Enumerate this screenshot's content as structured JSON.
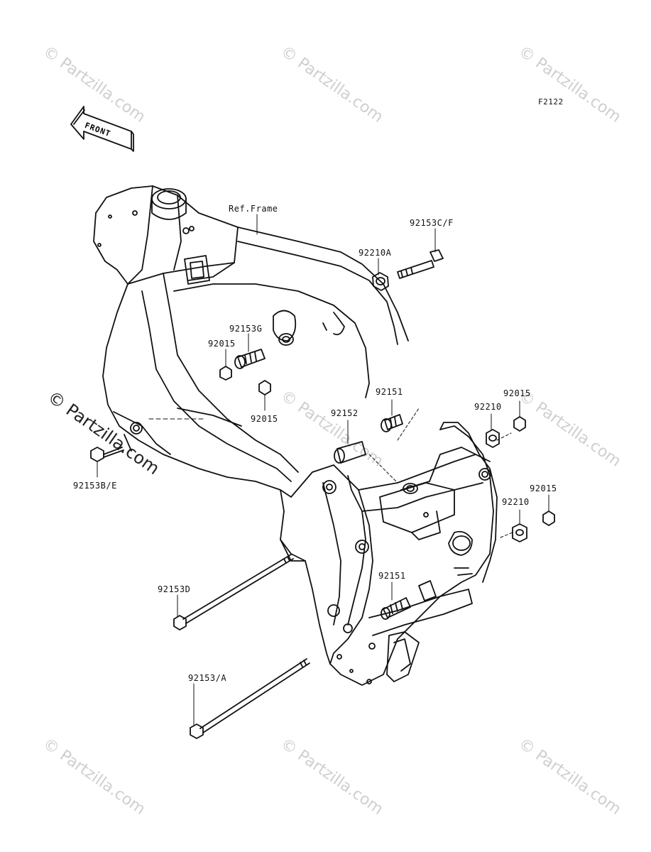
{
  "figure_code": "F2122",
  "front_label": "FRONT",
  "watermark": "© Partzilla.com",
  "labels": {
    "ref_frame": "Ref.Frame",
    "p92153cf": "92153C/F",
    "p92210a": "92210A",
    "p92153g": "92153G",
    "p92015_a": "92015",
    "p92015_b": "92015",
    "p92151_top": "92151",
    "p92152": "92152",
    "p92015_c": "92015",
    "p92210_top": "92210",
    "p92015_d": "92015",
    "p92210_bottom": "92210",
    "p92153be": "92153B/E",
    "p92153d": "92153D",
    "p92151_bottom": "92151",
    "p92153a": "92153/A"
  }
}
